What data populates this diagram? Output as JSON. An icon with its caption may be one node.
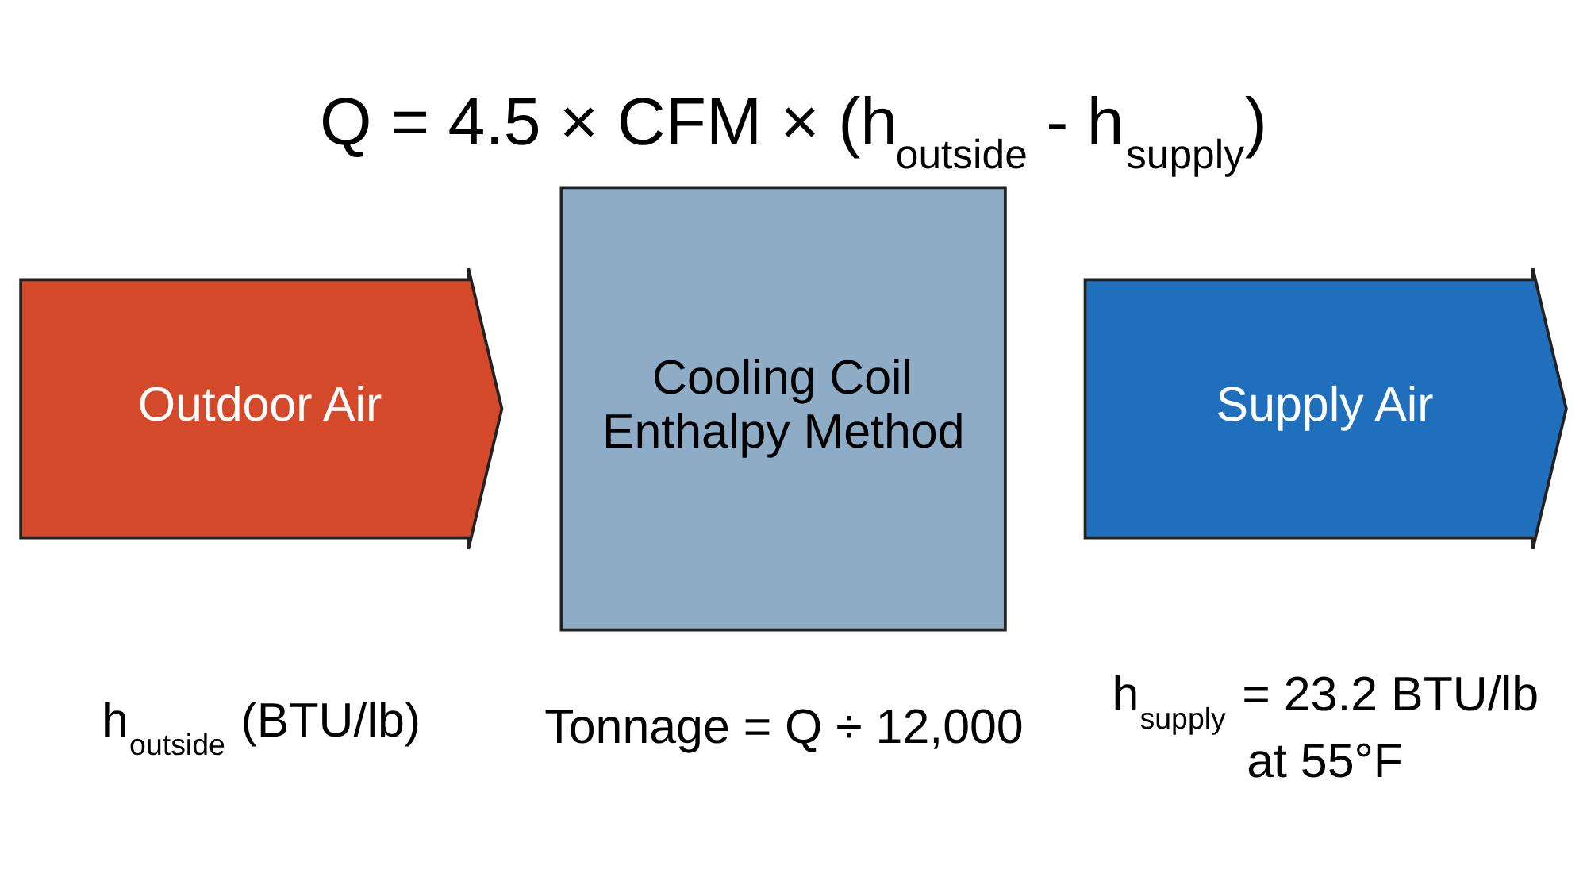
{
  "diagram": {
    "title": "Q = 4.5 × CFM × (h$_{outside}$ - h$_{supply}$)",
    "nodes": [
      {
        "text": [
          "Outdoor Air"
        ],
        "beside": [
          "h$_{outside}$ (BTU/lb)"
        ]
      },
      {
        "text": [
          "Cooling Coil Enthalpy Method"
        ]
      },
      {
        "text": [
          "Supply Air"
        ],
        "beside": [
          "h$_{supply}$ = 23.2 BTU/lb at 55°F"
        ]
      }
    ],
    "labels": [
      "Tonnage = Q ÷ 12,000"
    ]
  }
}
